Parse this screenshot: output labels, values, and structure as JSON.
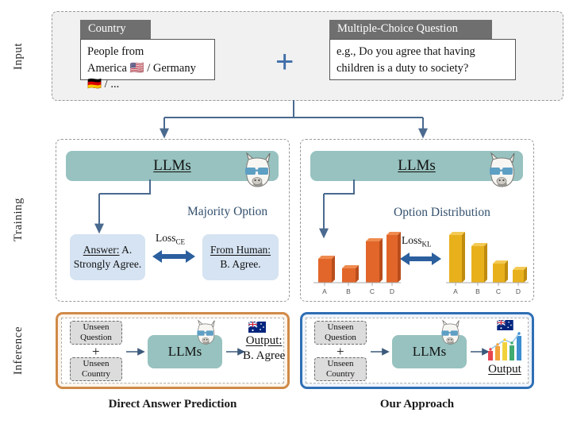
{
  "rails": [
    {
      "name": "input",
      "label": "Input"
    },
    {
      "name": "training",
      "label": "Training"
    },
    {
      "name": "inference",
      "label": "Inference"
    }
  ],
  "input": {
    "country_card": {
      "header": "Country",
      "line1": "People from",
      "line2": "America 🇺🇸 / Germany 🇩🇪 / ..."
    },
    "plus": "+",
    "question_card": {
      "header": "Multiple-Choice Question",
      "line1": "e.g., Do you agree that having",
      "line2": "children is a duty to society?"
    }
  },
  "training": {
    "left": {
      "llm_label": "LLMs",
      "llama_icon": "llama-sunglasses-icon",
      "section_label": "Majority Option",
      "loss_label": "Loss",
      "loss_subscript": "CE",
      "answer_box": {
        "line1": "Answer:",
        "line1b": " A.",
        "line2": "Strongly Agree."
      },
      "human_box": {
        "line1": "From Human:",
        "line2": "B. Agree."
      }
    },
    "right": {
      "llm_label": "LLMs",
      "llama_icon": "llama-sunglasses-icon",
      "section_label": "Option Distribution",
      "loss_label": "Loss",
      "loss_subscript": "KL"
    }
  },
  "chart_data": [
    {
      "type": "bar",
      "name": "model-predicted-option-distribution",
      "title": "Option Distribution (model)",
      "categories": [
        "A",
        "B",
        "C",
        "D"
      ],
      "values": [
        0.46,
        0.26,
        0.8,
        0.95
      ],
      "color": "#e2662a",
      "ylim": [
        0,
        1
      ],
      "grid": false,
      "xlabel": "",
      "ylabel": ""
    },
    {
      "type": "bar",
      "name": "human-option-distribution",
      "title": "Option Distribution (human)",
      "categories": [
        "A",
        "B",
        "C",
        "D"
      ],
      "values": [
        0.95,
        0.72,
        0.4,
        0.28
      ],
      "color": "#e8b11c",
      "ylim": [
        0,
        1
      ],
      "grid": false,
      "xlabel": "",
      "ylabel": ""
    }
  ],
  "inference": {
    "left": {
      "border_color": "#d08a48",
      "unseen_question": {
        "line1": "Unseen",
        "line2": "Question"
      },
      "plus": "+",
      "unseen_country": {
        "line1": "Unseen",
        "line2": "Country"
      },
      "llm_label": "LLMs",
      "llama_icon": "llama-sunglasses-icon",
      "flag_icon": "australia-flag-icon",
      "output_label": "Output:",
      "output_value": "B. Agree",
      "caption": "Direct Answer Prediction"
    },
    "right": {
      "border_color": "#2f6fb5",
      "unseen_question": {
        "line1": "Unseen",
        "line2": "Question"
      },
      "plus": "+",
      "unseen_country": {
        "line1": "Unseen",
        "line2": "Country"
      },
      "llm_label": "LLMs",
      "llama_icon": "llama-sunglasses-icon",
      "flag_icon": "australia-flag-icon",
      "chart_icon": "growth-bar-chart-icon",
      "output_label": "Output",
      "caption": "Our Approach"
    }
  },
  "colors": {
    "llm_teal": "#97c2bf",
    "answer_blue": "#d5e3f2",
    "arrow_blue": "#4a6a8f",
    "double_arrow": "#2b5f9e",
    "section_label": "#33506e",
    "header_grey": "#6f6f6f",
    "input_bg": "#f1f1f1"
  }
}
